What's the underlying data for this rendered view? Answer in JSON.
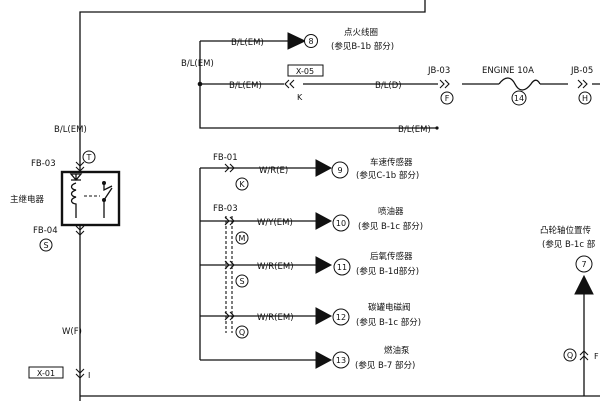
{
  "top": {
    "ignition": {
      "wire": "B/L(EM)",
      "pin": "8",
      "title": "点火线圈",
      "ref": "(参见B-1b 部分)"
    },
    "trunk_label": "B/L(EM)",
    "engine_row": {
      "wire_left": "B/L(EM)",
      "connector": "X-05",
      "pin": "K",
      "wire_right": "B/L(D)",
      "jb03": "JB-03",
      "jb03_pin": "F",
      "fuse": "ENGINE 10A",
      "fuse_pin": "14",
      "jb05": "JB-05",
      "jb05_pin": "H"
    },
    "bottom_wire": "B/L(EM)"
  },
  "relay": {
    "wire_top": "B/L(EM)",
    "fb03": "FB-03",
    "fb03_pin": "T",
    "label": "主继电器",
    "fb04": "FB-04",
    "fb04_pin": "S",
    "wire_bottom": "W(F)",
    "connector": "X-01",
    "connector_pin": "I"
  },
  "outputs": [
    {
      "fb": "FB-01",
      "wire": "W/R(E)",
      "pin": "K",
      "num": "9",
      "title": "车速传感器",
      "ref": "(参见C-1b 部分)"
    },
    {
      "fb": "FB-03",
      "wire": "W/Y(EM)",
      "pin": "M",
      "num": "10",
      "title": "喷油器",
      "ref": "(参见 B-1c 部分)"
    },
    {
      "wire": "W/R(EM)",
      "pin": "S",
      "num": "11",
      "title": "后氧传感器",
      "ref": "(参见 B-1d部分)"
    },
    {
      "wire": "W/R(EM)",
      "pin": "Q",
      "num": "12",
      "title": "碳罐电磁阀",
      "ref": "(参见 B-1c 部分)"
    },
    {
      "num": "13",
      "title": "燃油泵",
      "ref": "(参见 B-7 部分)"
    }
  ],
  "camshaft": {
    "title": "凸轮轴位置传",
    "ref": "(参见 B-1c 部",
    "num": "7",
    "pin": "Q",
    "pin_right": "F"
  }
}
